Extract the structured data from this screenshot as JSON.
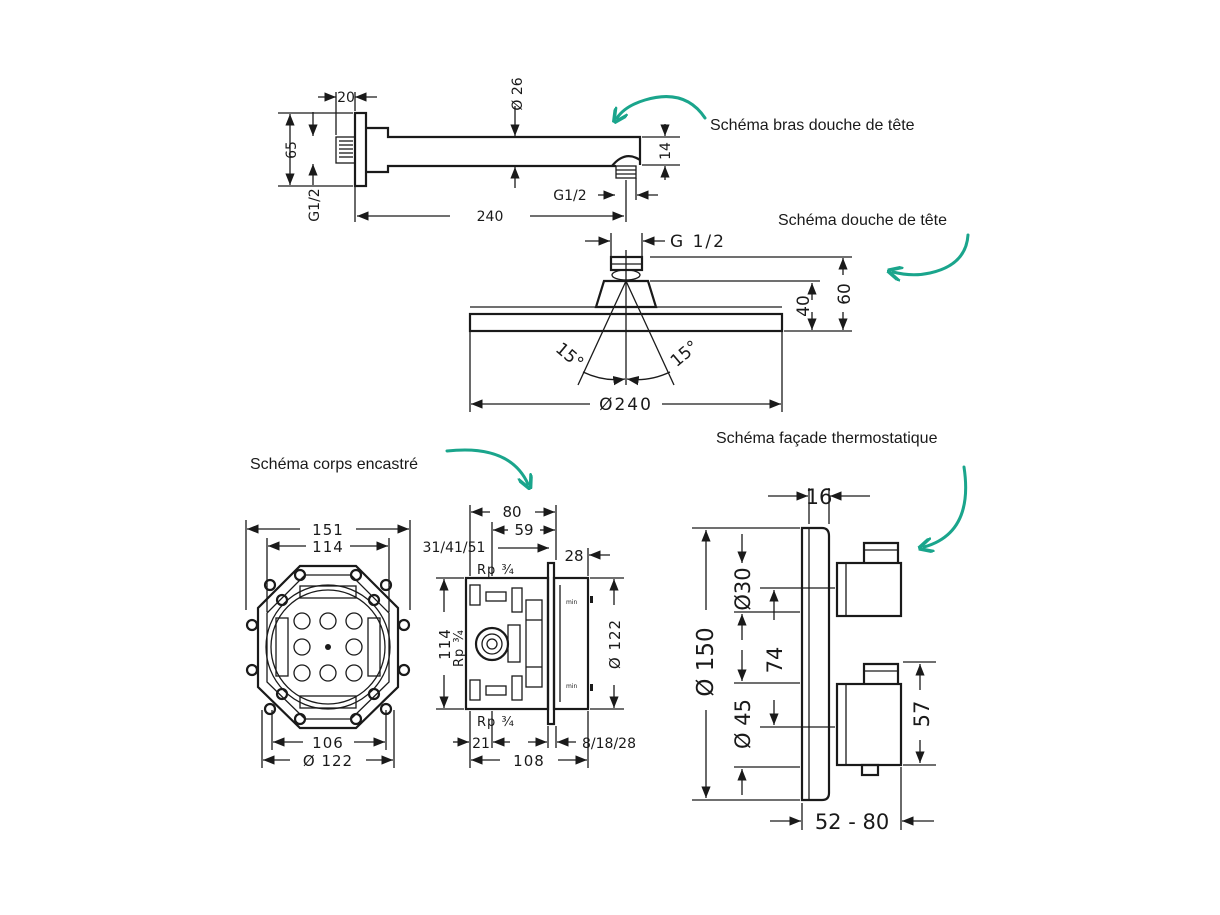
{
  "colors": {
    "line": "#1a1a1a",
    "accent": "#1aa58c",
    "background": "#ffffff"
  },
  "captions": {
    "arm": "Schéma bras douche de tête",
    "head": "Schéma douche de tête",
    "body": "Schéma corps encastré",
    "facade": "Schéma façade thermostatique"
  },
  "arm": {
    "d20": "20",
    "d26": "Ø 26",
    "d65": "65",
    "g12_left": "G1/2",
    "d14": "14",
    "g12_right": "G1/2",
    "d240": "240"
  },
  "head": {
    "g12": "G  1/2",
    "d40": "40",
    "d60": "60",
    "a15_left": "15°",
    "a15_right": "15°",
    "d240": "Ø240"
  },
  "body": {
    "d151": "151",
    "d114": "114",
    "d106": "106",
    "d122": "Ø  122",
    "d80": "80",
    "d59": "59",
    "d3141": "31/41/51",
    "d28": "28",
    "rp_top": "Rp ¾",
    "rp_mid": "Rp ¾",
    "rp_bot": "Rp ¾",
    "d114v": "114",
    "d122v": "Ø  122",
    "d21": "21",
    "d81828": "8/18/28",
    "d108": "108"
  },
  "facade": {
    "d16": "16",
    "d150": "Ø 150",
    "d30": "Ø30",
    "d74": "74",
    "d45": "Ø 45",
    "d57": "57",
    "d5280": "52 - 80"
  }
}
